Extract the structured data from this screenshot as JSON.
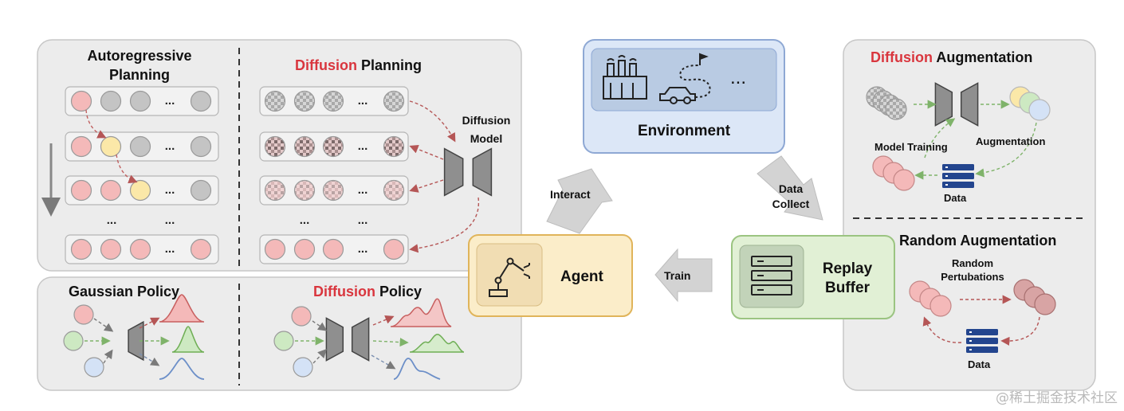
{
  "left_panel": {
    "autoregressive_planning": "Autoregressive\nPlanning",
    "diffusion_planning": {
      "accent": "Diffusion",
      "rest": " Planning"
    },
    "diffusion_model": "Diffusion\nModel",
    "gaussian_policy": "Gaussian Policy",
    "diffusion_policy": {
      "accent": "Diffusion",
      "rest": " Policy"
    },
    "ellipsis": "..."
  },
  "center": {
    "environment": "Environment",
    "environment_ellipsis": "...",
    "interact": "Interact",
    "agent": "Agent",
    "train": "Train",
    "data_collect": "Data\nCollect",
    "replay_buffer": "Replay\nBuffer"
  },
  "right_panel": {
    "diffusion_augmentation": {
      "accent": "Diffusion",
      "rest": " Augmentation"
    },
    "model_training": "Model Training",
    "augmentation": "Augmentation",
    "data_top": "Data",
    "random_augmentation": "Random Augmentation",
    "random_pertubations": "Random\nPertubations",
    "data_bottom": "Data"
  },
  "watermark": "@稀土掘金技术社区",
  "colors": {
    "accent_red": "#d9363e",
    "panel_bg": "#ececec",
    "environment_bg": "#dce7f7",
    "agent_bg": "#fbedc9",
    "replay_bg": "#e1f0d5",
    "pink": "#f4b9b9",
    "gray_circle": "#c4c4c4",
    "yellow": "#fbe8a8",
    "green": "#cde9c2",
    "blue": "#d4e2f6",
    "data_blue": "#23458e"
  },
  "icons": [
    "factory-icon",
    "car-route-icon",
    "robot-arm-icon",
    "server-rack-icon",
    "database-icon",
    "diffusion-model-icon"
  ]
}
